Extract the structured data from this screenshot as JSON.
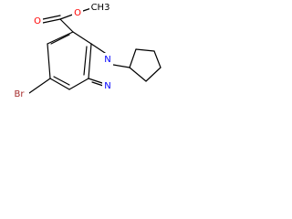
{
  "molecule": {
    "atom_labels": {
      "carbonyl_oxygen": "O",
      "ester_oxygen": "O",
      "methyl_group": "CH3",
      "bromine": "Br",
      "ring_nitrogen_1": "N",
      "ring_nitrogen_2": "N"
    },
    "colors": {
      "oxygen": "#ff0000",
      "bromine": "#a52a2a",
      "nitrogen": "#0000ff",
      "bond": "#000000"
    }
  }
}
